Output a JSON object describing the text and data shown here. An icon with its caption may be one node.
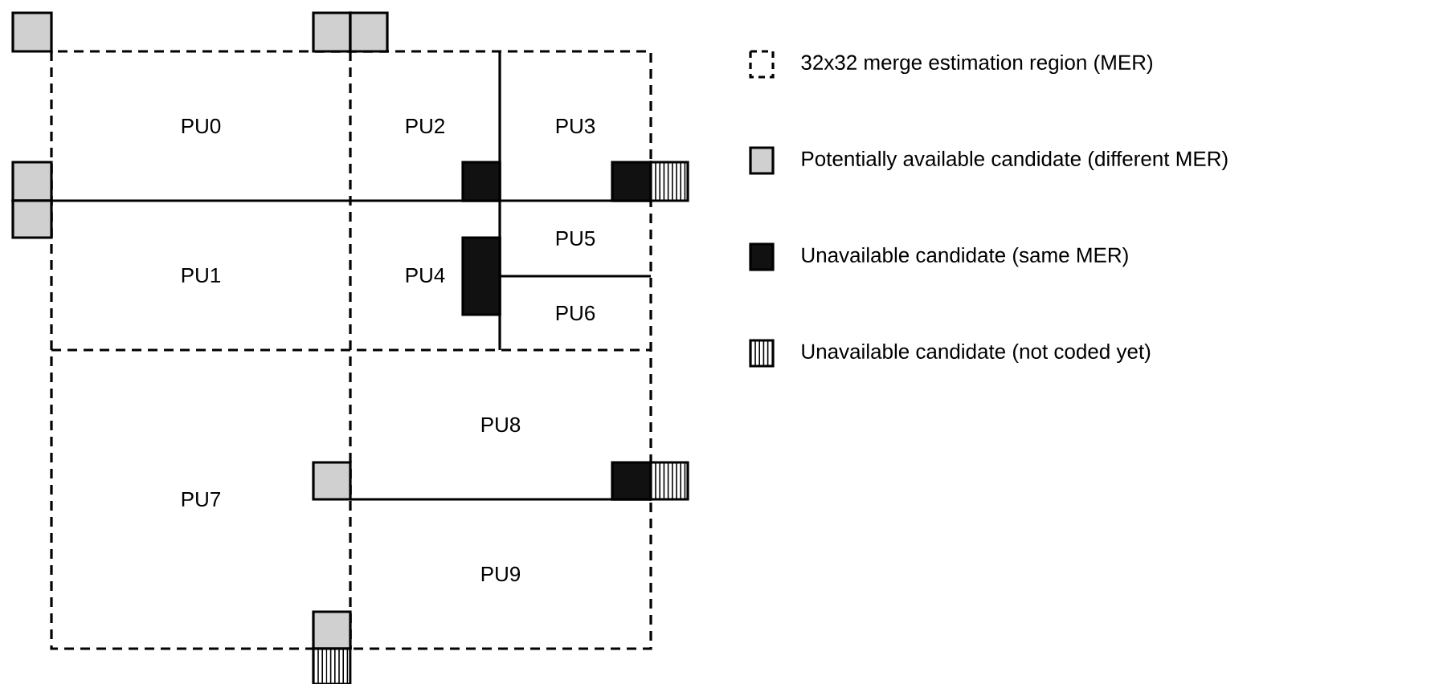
{
  "diagram": {
    "nodes": [
      {
        "text": [
          "PU0"
        ]
      },
      {
        "text": [
          "PU1"
        ]
      },
      {
        "text": [
          "PU2"
        ]
      },
      {
        "text": [
          "PU3"
        ]
      },
      {
        "text": [
          "PU4"
        ]
      },
      {
        "text": [
          "PU5"
        ]
      },
      {
        "text": [
          "PU6"
        ]
      },
      {
        "text": [
          "PU7"
        ]
      },
      {
        "text": [
          "PU8"
        ]
      },
      {
        "text": [
          "PU9"
        ]
      }
    ],
    "legend": [
      {
        "text": "32x32 merge estimation region (MER)"
      },
      {
        "text": "Potentially available candidate (different MER)",
        "color": "#d0d0d0"
      },
      {
        "text": "Unavailable candidate (same MER)",
        "color": "#111111"
      },
      {
        "text": "Unavailable candidate (not coded yet)"
      }
    ]
  }
}
